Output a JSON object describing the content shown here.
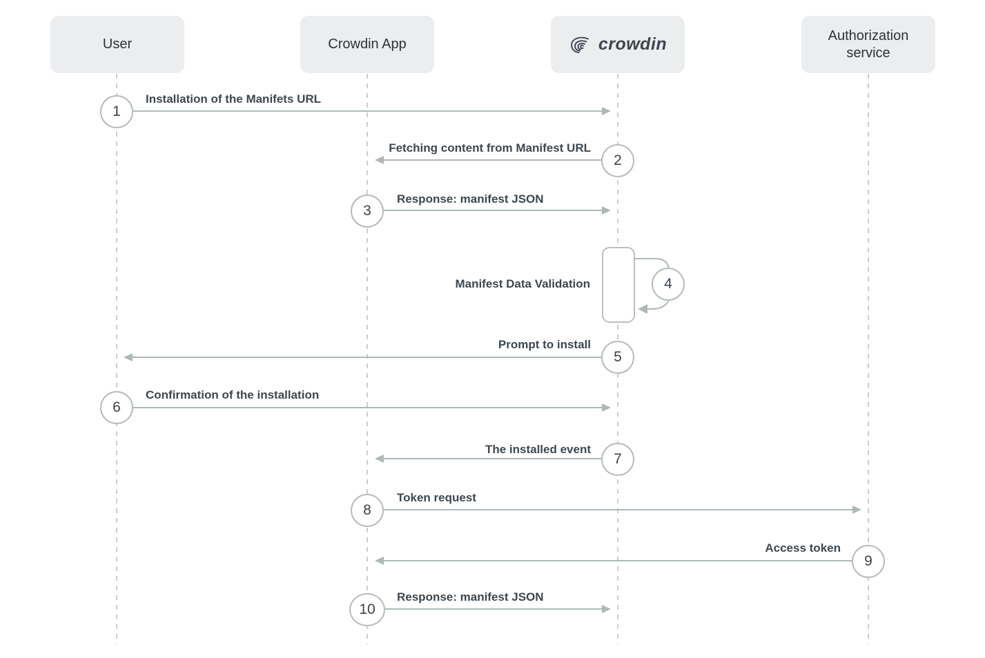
{
  "diagram": {
    "type": "sequence-diagram",
    "description": "Crowdin App installation flow"
  },
  "actors": [
    {
      "id": "user",
      "name": "User"
    },
    {
      "id": "crowdin-app",
      "name": "Crowdin App"
    },
    {
      "id": "crowdin",
      "name": "crowdin",
      "logo": "crowdin-bird-icon"
    },
    {
      "id": "authorization-service",
      "name": "Authorization service"
    }
  ],
  "messages": [
    {
      "step": "1",
      "label": "Installation of the Manifets URL",
      "from": "User",
      "to": "crowdin"
    },
    {
      "step": "2",
      "label": "Fetching content from Manifest URL",
      "from": "crowdin",
      "to": "Crowdin App"
    },
    {
      "step": "3",
      "label": "Response: manifest JSON",
      "from": "Crowdin App",
      "to": "crowdin"
    },
    {
      "step": "4",
      "label": "Manifest Data Validation",
      "from": "crowdin",
      "to": "crowdin",
      "self_loop": true
    },
    {
      "step": "5",
      "label": "Prompt to install",
      "from": "crowdin",
      "to": "User"
    },
    {
      "step": "6",
      "label": "Confirmation of the installation",
      "from": "User",
      "to": "crowdin"
    },
    {
      "step": "7",
      "label": "The installed event",
      "from": "crowdin",
      "to": "Crowdin App"
    },
    {
      "step": "8",
      "label": "Token request",
      "from": "Crowdin App",
      "to": "Authorization service"
    },
    {
      "step": "9",
      "label": "Access token",
      "from": "Authorization service",
      "to": "Crowdin App"
    },
    {
      "step": "10",
      "label": "Response: manifest JSON",
      "from": "Crowdin App",
      "to": "crowdin"
    }
  ],
  "colors": {
    "background": "#FFFFFF",
    "actor_box_bg": "#ECEDEF",
    "actor_text": "#2B3239",
    "arrow": "#AEB9B7",
    "circle_border": "#B5BDBB",
    "step_number": "#3A424B",
    "label_text": "#3E4750",
    "lifeline": "#CBCED0"
  }
}
